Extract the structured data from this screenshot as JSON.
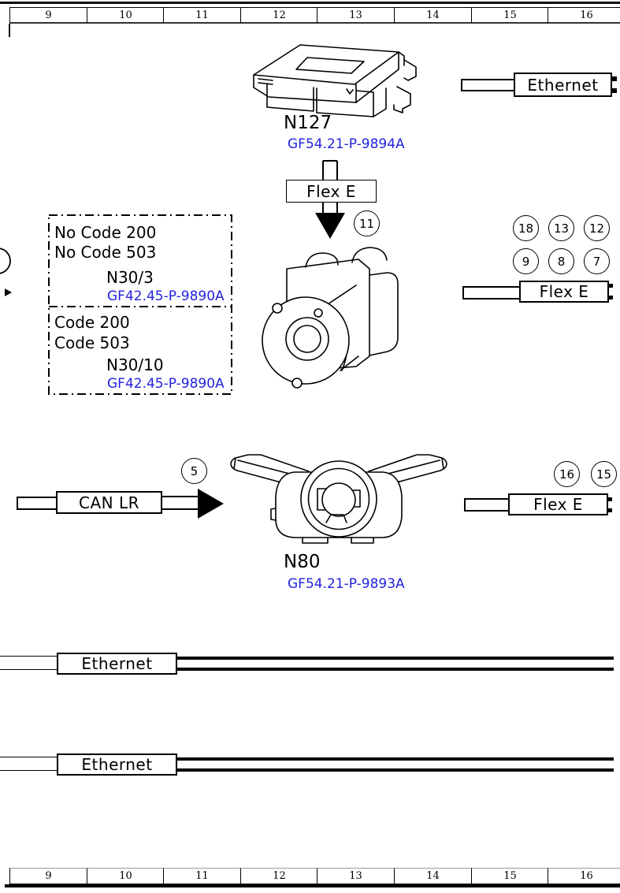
{
  "ruler": {
    "cells": [
      "9",
      "10",
      "11",
      "12",
      "13",
      "14",
      "15",
      "16"
    ]
  },
  "components": {
    "n127": {
      "label": "N127",
      "part": "GF54.21-P-9894A"
    },
    "n80": {
      "label": "N80",
      "part": "GF54.21-P-9893A"
    }
  },
  "variant_box": {
    "top": {
      "line1": "No Code 200",
      "line2": "No Code 503",
      "component": "N30/3",
      "part": "GF42.45-P-9890A"
    },
    "bottom": {
      "line1": "Code 200",
      "line2": "Code 503",
      "component": "N30/10",
      "part": "GF42.45-P-9890A"
    }
  },
  "connectors": {
    "ethernet_top_right": "Ethernet",
    "flex_e_arrow": "Flex E",
    "flex_e_mid_right": "Flex E",
    "can_lr": "CAN LR",
    "flex_e_bottom_right": "Flex E",
    "ethernet_left_1": "Ethernet",
    "ethernet_left_2": "Ethernet"
  },
  "callouts": {
    "arrow_down": "11",
    "can_lr": "5",
    "mid_right_row1": [
      "18",
      "13",
      "12"
    ],
    "mid_right_row2": [
      "9",
      "8",
      "7"
    ],
    "bottom_right": [
      "16",
      "15"
    ]
  },
  "colors": {
    "line": "#000000",
    "link_blue": "#2222dd"
  }
}
